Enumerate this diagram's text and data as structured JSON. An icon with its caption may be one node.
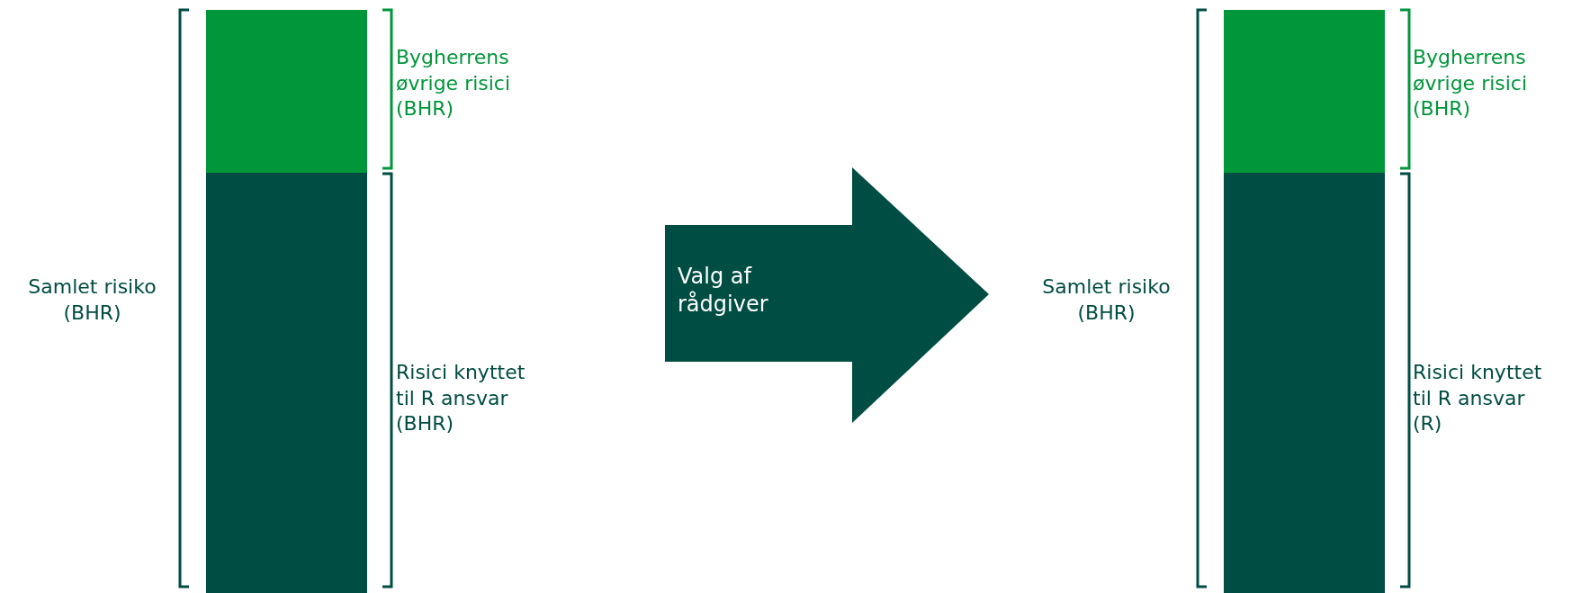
{
  "diagram": {
    "nodes": [
      {
        "text": [
          "Valg af rådgiver"
        ]
      }
    ],
    "edges": [],
    "labels": [
      "Samlet risiko (BHR)",
      "Bygherrens øvrige risici (BHR)",
      "Risici knyttet til R ansvar (BHR)",
      "Samlet risiko (BHR)",
      "Bygherrens øvrige risici (BHR)",
      "Risici knyttet til R ansvar (R)"
    ]
  }
}
